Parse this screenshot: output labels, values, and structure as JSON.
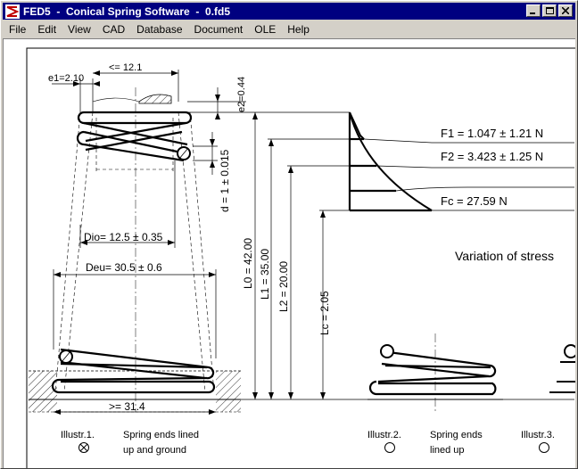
{
  "window": {
    "title": "FED5  -  Conical Spring Software  -  0.fd5",
    "app_icon": "fed5-app-icon"
  },
  "menu": [
    "File",
    "Edit",
    "View",
    "CAD",
    "Database",
    "Document",
    "OLE",
    "Help"
  ],
  "drawing": {
    "e1": "e1=2.10",
    "width_top": "<= 12.1",
    "e2": "e2=0.44",
    "d": "d = 1 ± 0.015",
    "dio": "Dio= 12.5 ± 0.35",
    "deu": "Deu= 30.5 ± 0.6",
    "base_width": ">= 31.4",
    "L0": "L0 = 42.00",
    "L1": "L1 = 35.00",
    "L2": "L2 = 20.00",
    "Lc": "Lc = 2.05",
    "F1": "F1 = 1.047 ± 1.21 N",
    "F2": "F2 = 3.423 ± 1.25 N",
    "Fc": "Fc = 27.59 N",
    "variation": "Variation of stress",
    "illustr1": "Illustr.1.",
    "illustr1_desc1": "Spring ends lined",
    "illustr1_desc2": "up and ground",
    "illustr2": "Illustr.2.",
    "illustr2_desc1": "Spring ends",
    "illustr2_desc2": "lined up",
    "illustr3": "Illustr.3."
  }
}
